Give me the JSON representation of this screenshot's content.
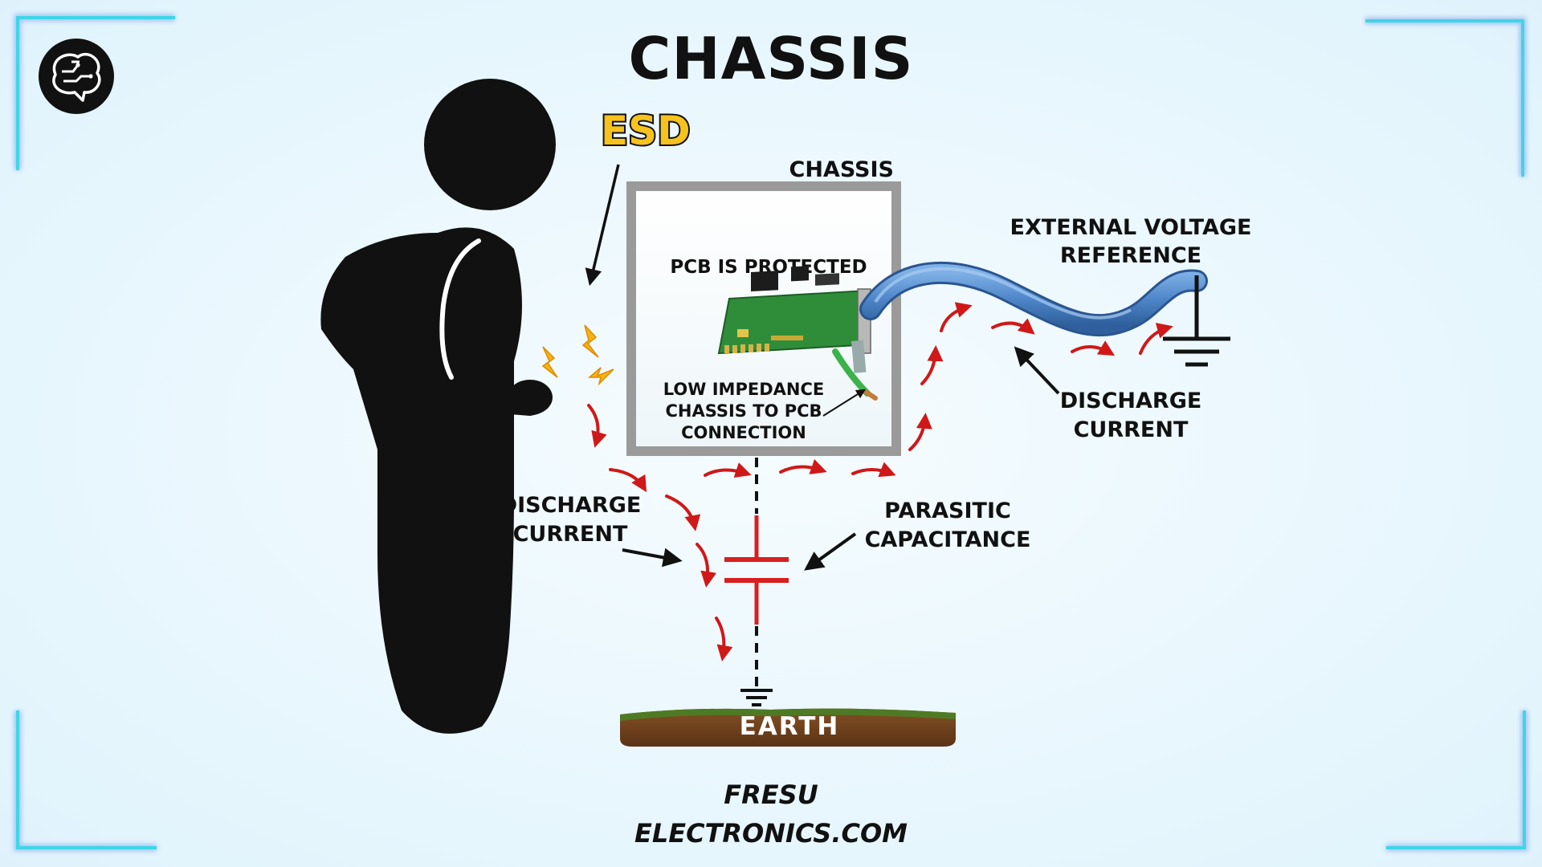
{
  "title": "CHASSIS",
  "labels": {
    "esd": "ESD",
    "chassis": "CHASSIS",
    "pcb_protected": "PCB IS PROTECTED",
    "low_impedance": [
      "LOW IMPEDANCE",
      "CHASSIS TO PCB",
      "CONNECTION"
    ],
    "external_voltage": [
      "EXTERNAL VOLTAGE",
      "REFERENCE"
    ],
    "discharge_current_right": [
      "DISCHARGE",
      "CURRENT"
    ],
    "discharge_current_left": [
      "DISCHARGE",
      "CURRENT"
    ],
    "parasitic_capacitance": [
      "PARASITIC",
      "CAPACITANCE"
    ],
    "earth": "EARTH"
  },
  "footer": [
    "FRESU",
    "ELECTRONICS.COM"
  ],
  "colors": {
    "frame_accent": "#3ed6e8",
    "frame_glow": "#3b6fe0",
    "arrow_red": "#d01818",
    "capacitor_red": "#d81f1f",
    "cable_blue": "#4e86c9",
    "pcb_green": "#2f8d3a",
    "earth_brown": "#6d3f1c",
    "grass_green": "#4f7a24",
    "spark_yellow": "#f5b312"
  },
  "icons": {
    "logo": "brain-circuit-icon",
    "ground": "ground-symbol-icon",
    "spark": "lightning-spark-icon"
  }
}
